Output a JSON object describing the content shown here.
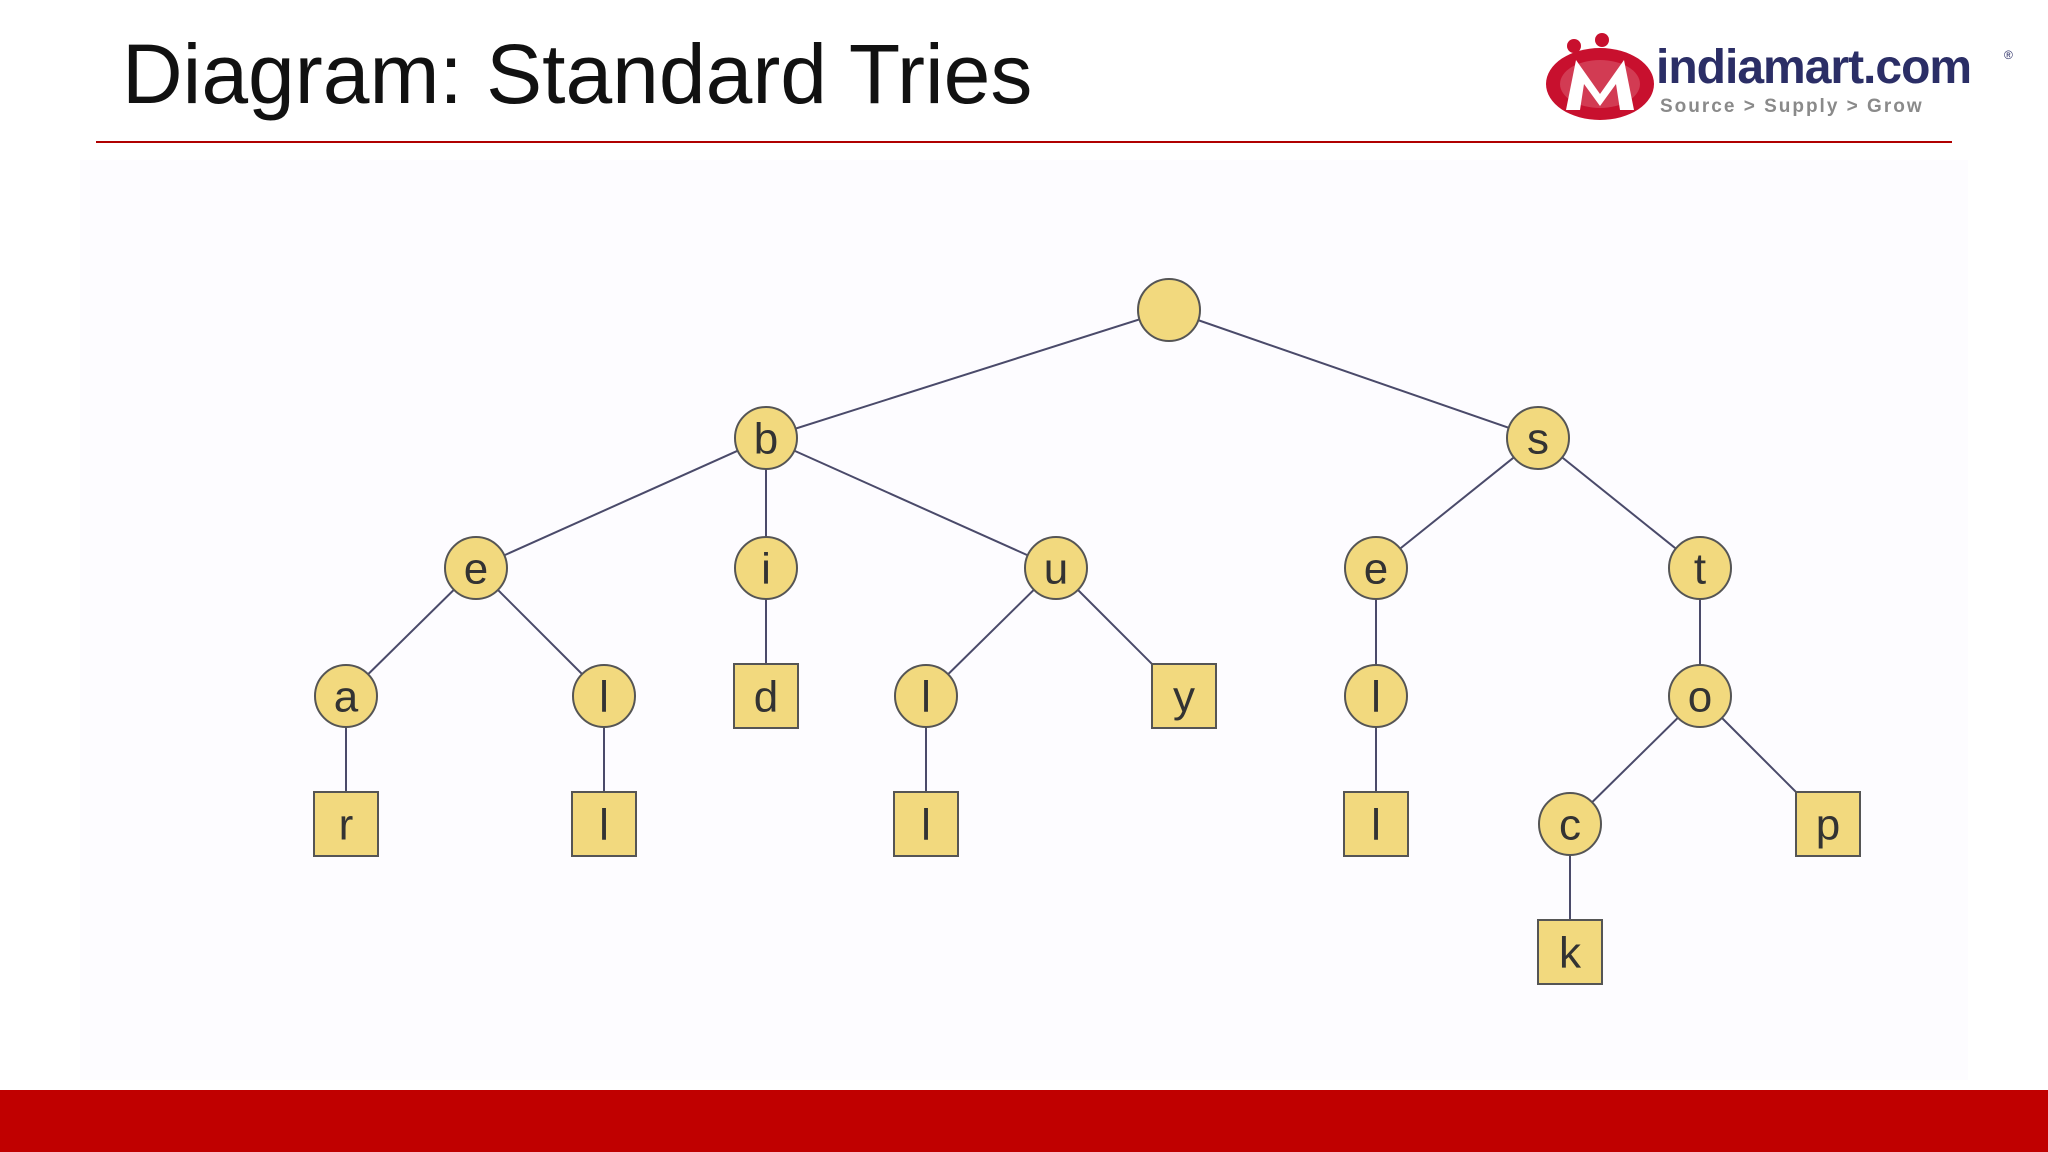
{
  "slide": {
    "title": "Diagram: Standard Tries"
  },
  "logo": {
    "wordmark": "indiamart.com",
    "registered": "®",
    "tagline": "Source  >  Supply  >  Grow",
    "colors": {
      "red": "#c8102e",
      "navy": "#2b2e66",
      "gray": "#8a8a8a"
    }
  },
  "diagram": {
    "node_fill": "#f2d97e",
    "node_stroke": "#555555",
    "edge_color": "#4a4a6a",
    "label_color": "#333333",
    "nodes": [
      {
        "id": "root",
        "label": "",
        "shape": "circle"
      },
      {
        "id": "b",
        "label": "b",
        "shape": "circle"
      },
      {
        "id": "s",
        "label": "s",
        "shape": "circle"
      },
      {
        "id": "be",
        "label": "e",
        "shape": "circle"
      },
      {
        "id": "bi",
        "label": "i",
        "shape": "circle"
      },
      {
        "id": "bu",
        "label": "u",
        "shape": "circle"
      },
      {
        "id": "se",
        "label": "e",
        "shape": "circle"
      },
      {
        "id": "st",
        "label": "t",
        "shape": "circle"
      },
      {
        "id": "bea",
        "label": "a",
        "shape": "circle"
      },
      {
        "id": "bel",
        "label": "l",
        "shape": "circle"
      },
      {
        "id": "bid",
        "label": "d",
        "shape": "square"
      },
      {
        "id": "bul",
        "label": "l",
        "shape": "circle"
      },
      {
        "id": "buy",
        "label": "y",
        "shape": "square"
      },
      {
        "id": "sel",
        "label": "l",
        "shape": "circle"
      },
      {
        "id": "sto",
        "label": "o",
        "shape": "circle"
      },
      {
        "id": "bear",
        "label": "r",
        "shape": "square"
      },
      {
        "id": "bell",
        "label": "l",
        "shape": "square"
      },
      {
        "id": "bull",
        "label": "l",
        "shape": "square"
      },
      {
        "id": "sell",
        "label": "l",
        "shape": "square"
      },
      {
        "id": "stoc",
        "label": "c",
        "shape": "circle"
      },
      {
        "id": "stop",
        "label": "p",
        "shape": "square"
      },
      {
        "id": "stock",
        "label": "k",
        "shape": "square"
      }
    ],
    "edges": [
      [
        "root",
        "b"
      ],
      [
        "root",
        "s"
      ],
      [
        "b",
        "be"
      ],
      [
        "b",
        "bi"
      ],
      [
        "b",
        "bu"
      ],
      [
        "s",
        "se"
      ],
      [
        "s",
        "st"
      ],
      [
        "be",
        "bea"
      ],
      [
        "be",
        "bel"
      ],
      [
        "bi",
        "bid"
      ],
      [
        "bu",
        "bul"
      ],
      [
        "bu",
        "buy"
      ],
      [
        "se",
        "sel"
      ],
      [
        "st",
        "sto"
      ],
      [
        "bea",
        "bear"
      ],
      [
        "bel",
        "bell"
      ],
      [
        "bul",
        "bull"
      ],
      [
        "sel",
        "sell"
      ],
      [
        "sto",
        "stoc"
      ],
      [
        "sto",
        "stop"
      ],
      [
        "stoc",
        "stock"
      ]
    ]
  }
}
